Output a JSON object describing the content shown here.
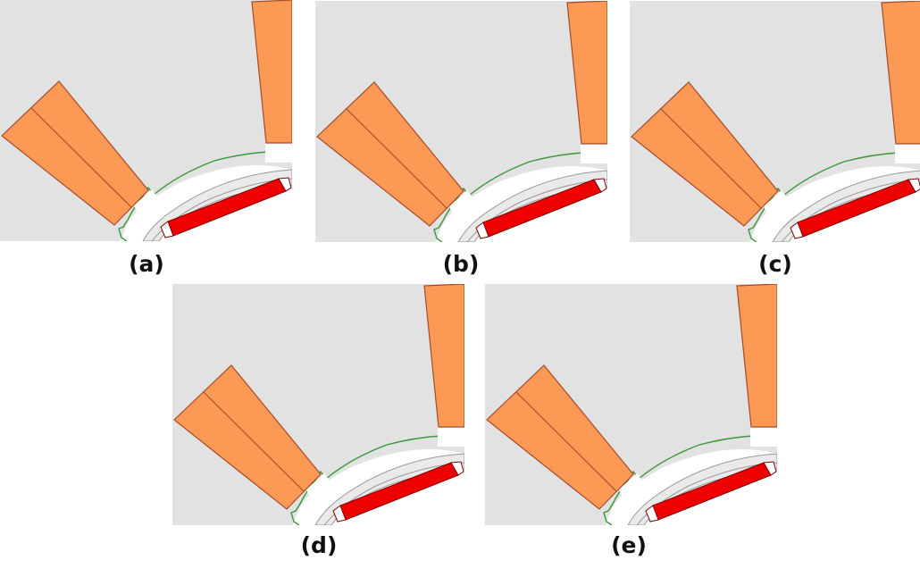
{
  "colors": {
    "background": "#e2e2e2",
    "coil": "#fc9955",
    "coil_outline": "#a54a2a",
    "magnet": "#ee0000",
    "magnet_outline": "#7a0000",
    "core": "#ffffff",
    "core_outline": "#3a9a3a",
    "rotor_outline": "#999999"
  },
  "panels": [
    {
      "label": "(a)"
    },
    {
      "label": "(b)"
    },
    {
      "label": "(c)"
    },
    {
      "label": "(d)"
    },
    {
      "label": "(e)"
    }
  ]
}
